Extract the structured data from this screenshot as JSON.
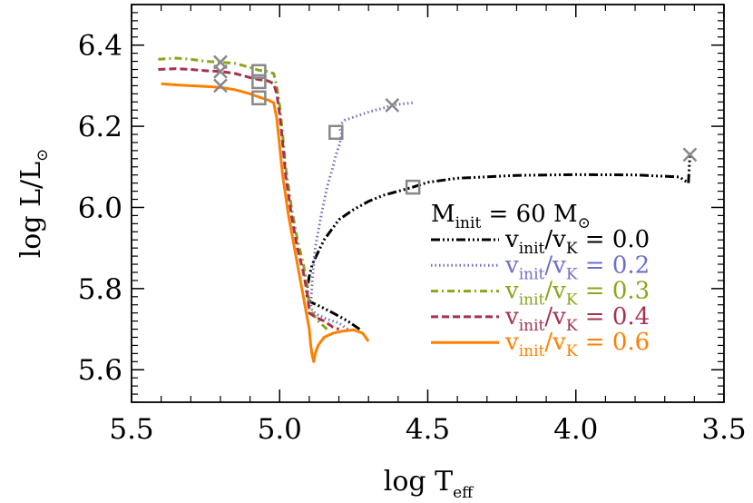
{
  "chart_data": {
    "type": "line",
    "title": "",
    "xlabel": {
      "base": "log T",
      "sub": "eff"
    },
    "ylabel": {
      "base": "log L/L",
      "sub": "⊙"
    },
    "xlim": [
      5.5,
      3.5
    ],
    "ylim": [
      5.52,
      6.5
    ],
    "x_reversed": true,
    "xticks": [
      5.5,
      5.0,
      4.5,
      4.0,
      3.5
    ],
    "xtick_labels": [
      "5.5",
      "5.0",
      "4.5",
      "4.0",
      "3.5"
    ],
    "yticks": [
      5.6,
      5.8,
      6.0,
      6.2,
      6.4
    ],
    "ytick_labels": [
      "5.6",
      "5.8",
      "6.0",
      "6.2",
      "6.4"
    ],
    "legend_title": {
      "text": "M",
      "sub": "init",
      "rest": " = 60 M",
      "sym": "⊙"
    },
    "legend_position": "right",
    "marker_color": "#888888",
    "series": [
      {
        "name": "0.0",
        "label": {
          "v": "v",
          "sub1": "init",
          "mid": "/v",
          "sub2": "K",
          "rest": " = 0.0"
        },
        "color": "#000000",
        "dash": "dashdot3",
        "x": [
          4.73,
          4.77,
          4.82,
          4.86,
          4.89,
          4.9,
          4.905,
          4.91,
          4.905,
          4.9,
          4.89,
          4.87,
          4.85,
          4.8,
          4.75,
          4.7,
          4.65,
          4.6,
          4.55,
          4.5,
          4.4,
          4.2,
          4.0,
          3.8,
          3.65,
          3.62,
          3.615
        ],
        "y": [
          5.7,
          5.72,
          5.74,
          5.755,
          5.765,
          5.77,
          5.775,
          5.79,
          5.81,
          5.83,
          5.86,
          5.89,
          5.92,
          5.97,
          5.995,
          6.015,
          6.03,
          6.04,
          6.05,
          6.062,
          6.072,
          6.079,
          6.081,
          6.08,
          6.075,
          6.06,
          6.13
        ],
        "squares": [
          [
            4.55,
            6.05
          ]
        ],
        "crosses": [
          [
            3.615,
            6.13
          ]
        ]
      },
      {
        "name": "0.2",
        "label": {
          "v": "v",
          "sub1": "init",
          "mid": "/v",
          "sub2": "K",
          "rest": " = 0.2"
        },
        "color": "#6f6fca",
        "dash": "dotted",
        "x": [
          4.77,
          4.8,
          4.84,
          4.87,
          4.89,
          4.895,
          4.89,
          4.88,
          4.86,
          4.84,
          4.82,
          4.81,
          4.8,
          4.79,
          4.8,
          4.78,
          4.74,
          4.7,
          4.65,
          4.62,
          4.55
        ],
        "y": [
          5.7,
          5.715,
          5.725,
          5.735,
          5.745,
          5.76,
          5.82,
          5.9,
          5.98,
          6.05,
          6.1,
          6.13,
          6.15,
          6.18,
          6.2,
          6.215,
          6.225,
          6.235,
          6.245,
          6.252,
          6.258
        ],
        "squares": [
          [
            4.81,
            6.185
          ]
        ],
        "crosses": [
          [
            4.62,
            6.252
          ]
        ]
      },
      {
        "name": "0.3",
        "label": {
          "v": "v",
          "sub1": "init",
          "mid": "/v",
          "sub2": "K",
          "rest": " = 0.3"
        },
        "color": "#8aa61a",
        "dash": "dashdot",
        "x": [
          5.41,
          5.35,
          5.3,
          5.25,
          5.2,
          5.15,
          5.1,
          5.07,
          5.04,
          5.02,
          5.01,
          5.0,
          4.99,
          4.98,
          4.96,
          4.94,
          4.92,
          4.905,
          4.9,
          4.89,
          4.87,
          4.84
        ],
        "y": [
          6.365,
          6.368,
          6.365,
          6.36,
          6.358,
          6.355,
          6.345,
          6.338,
          6.335,
          6.33,
          6.3,
          6.25,
          6.18,
          6.1,
          6.0,
          5.92,
          5.86,
          5.8,
          5.75,
          5.74,
          5.72,
          5.7
        ],
        "squares": [
          [
            5.07,
            6.335
          ]
        ],
        "crosses": [
          [
            5.2,
            6.358
          ]
        ]
      },
      {
        "name": "0.4",
        "label": {
          "v": "v",
          "sub1": "init",
          "mid": "/v",
          "sub2": "K",
          "rest": " = 0.4"
        },
        "color": "#a8314f",
        "dash": "dashed",
        "x": [
          5.41,
          5.35,
          5.3,
          5.25,
          5.2,
          5.15,
          5.1,
          5.07,
          5.04,
          5.02,
          5.01,
          5.0,
          4.99,
          4.98,
          4.96,
          4.94,
          4.92,
          4.905,
          4.9,
          4.88,
          4.85,
          4.82,
          4.8
        ],
        "y": [
          6.34,
          6.342,
          6.34,
          6.337,
          6.335,
          6.33,
          6.32,
          6.315,
          6.312,
          6.305,
          6.28,
          6.23,
          6.16,
          6.08,
          5.98,
          5.9,
          5.84,
          5.78,
          5.74,
          5.73,
          5.72,
          5.705,
          5.7
        ],
        "squares": [
          [
            5.07,
            6.31
          ]
        ],
        "crosses": [
          [
            5.2,
            6.335
          ]
        ]
      },
      {
        "name": "0.6",
        "label": {
          "v": "v",
          "sub1": "init",
          "mid": "/v",
          "sub2": "K",
          "rest": " = 0.6"
        },
        "color": "#ff8000",
        "dash": "solid",
        "x": [
          5.4,
          5.35,
          5.3,
          5.25,
          5.2,
          5.15,
          5.1,
          5.07,
          5.04,
          5.02,
          5.01,
          5.0,
          4.99,
          4.97,
          4.95,
          4.93,
          4.915,
          4.905,
          4.9,
          4.895,
          4.89,
          4.885,
          4.88,
          4.87,
          4.85,
          4.82,
          4.79,
          4.75,
          4.72,
          4.7
        ],
        "y": [
          6.305,
          6.302,
          6.3,
          6.298,
          6.296,
          6.29,
          6.28,
          6.272,
          6.265,
          6.258,
          6.22,
          6.15,
          6.08,
          5.98,
          5.9,
          5.82,
          5.76,
          5.72,
          5.7,
          5.66,
          5.635,
          5.62,
          5.64,
          5.66,
          5.68,
          5.69,
          5.695,
          5.698,
          5.69,
          5.67
        ],
        "squares": [
          [
            5.07,
            6.27
          ]
        ],
        "crosses": [
          [
            5.2,
            6.3
          ]
        ]
      }
    ]
  }
}
